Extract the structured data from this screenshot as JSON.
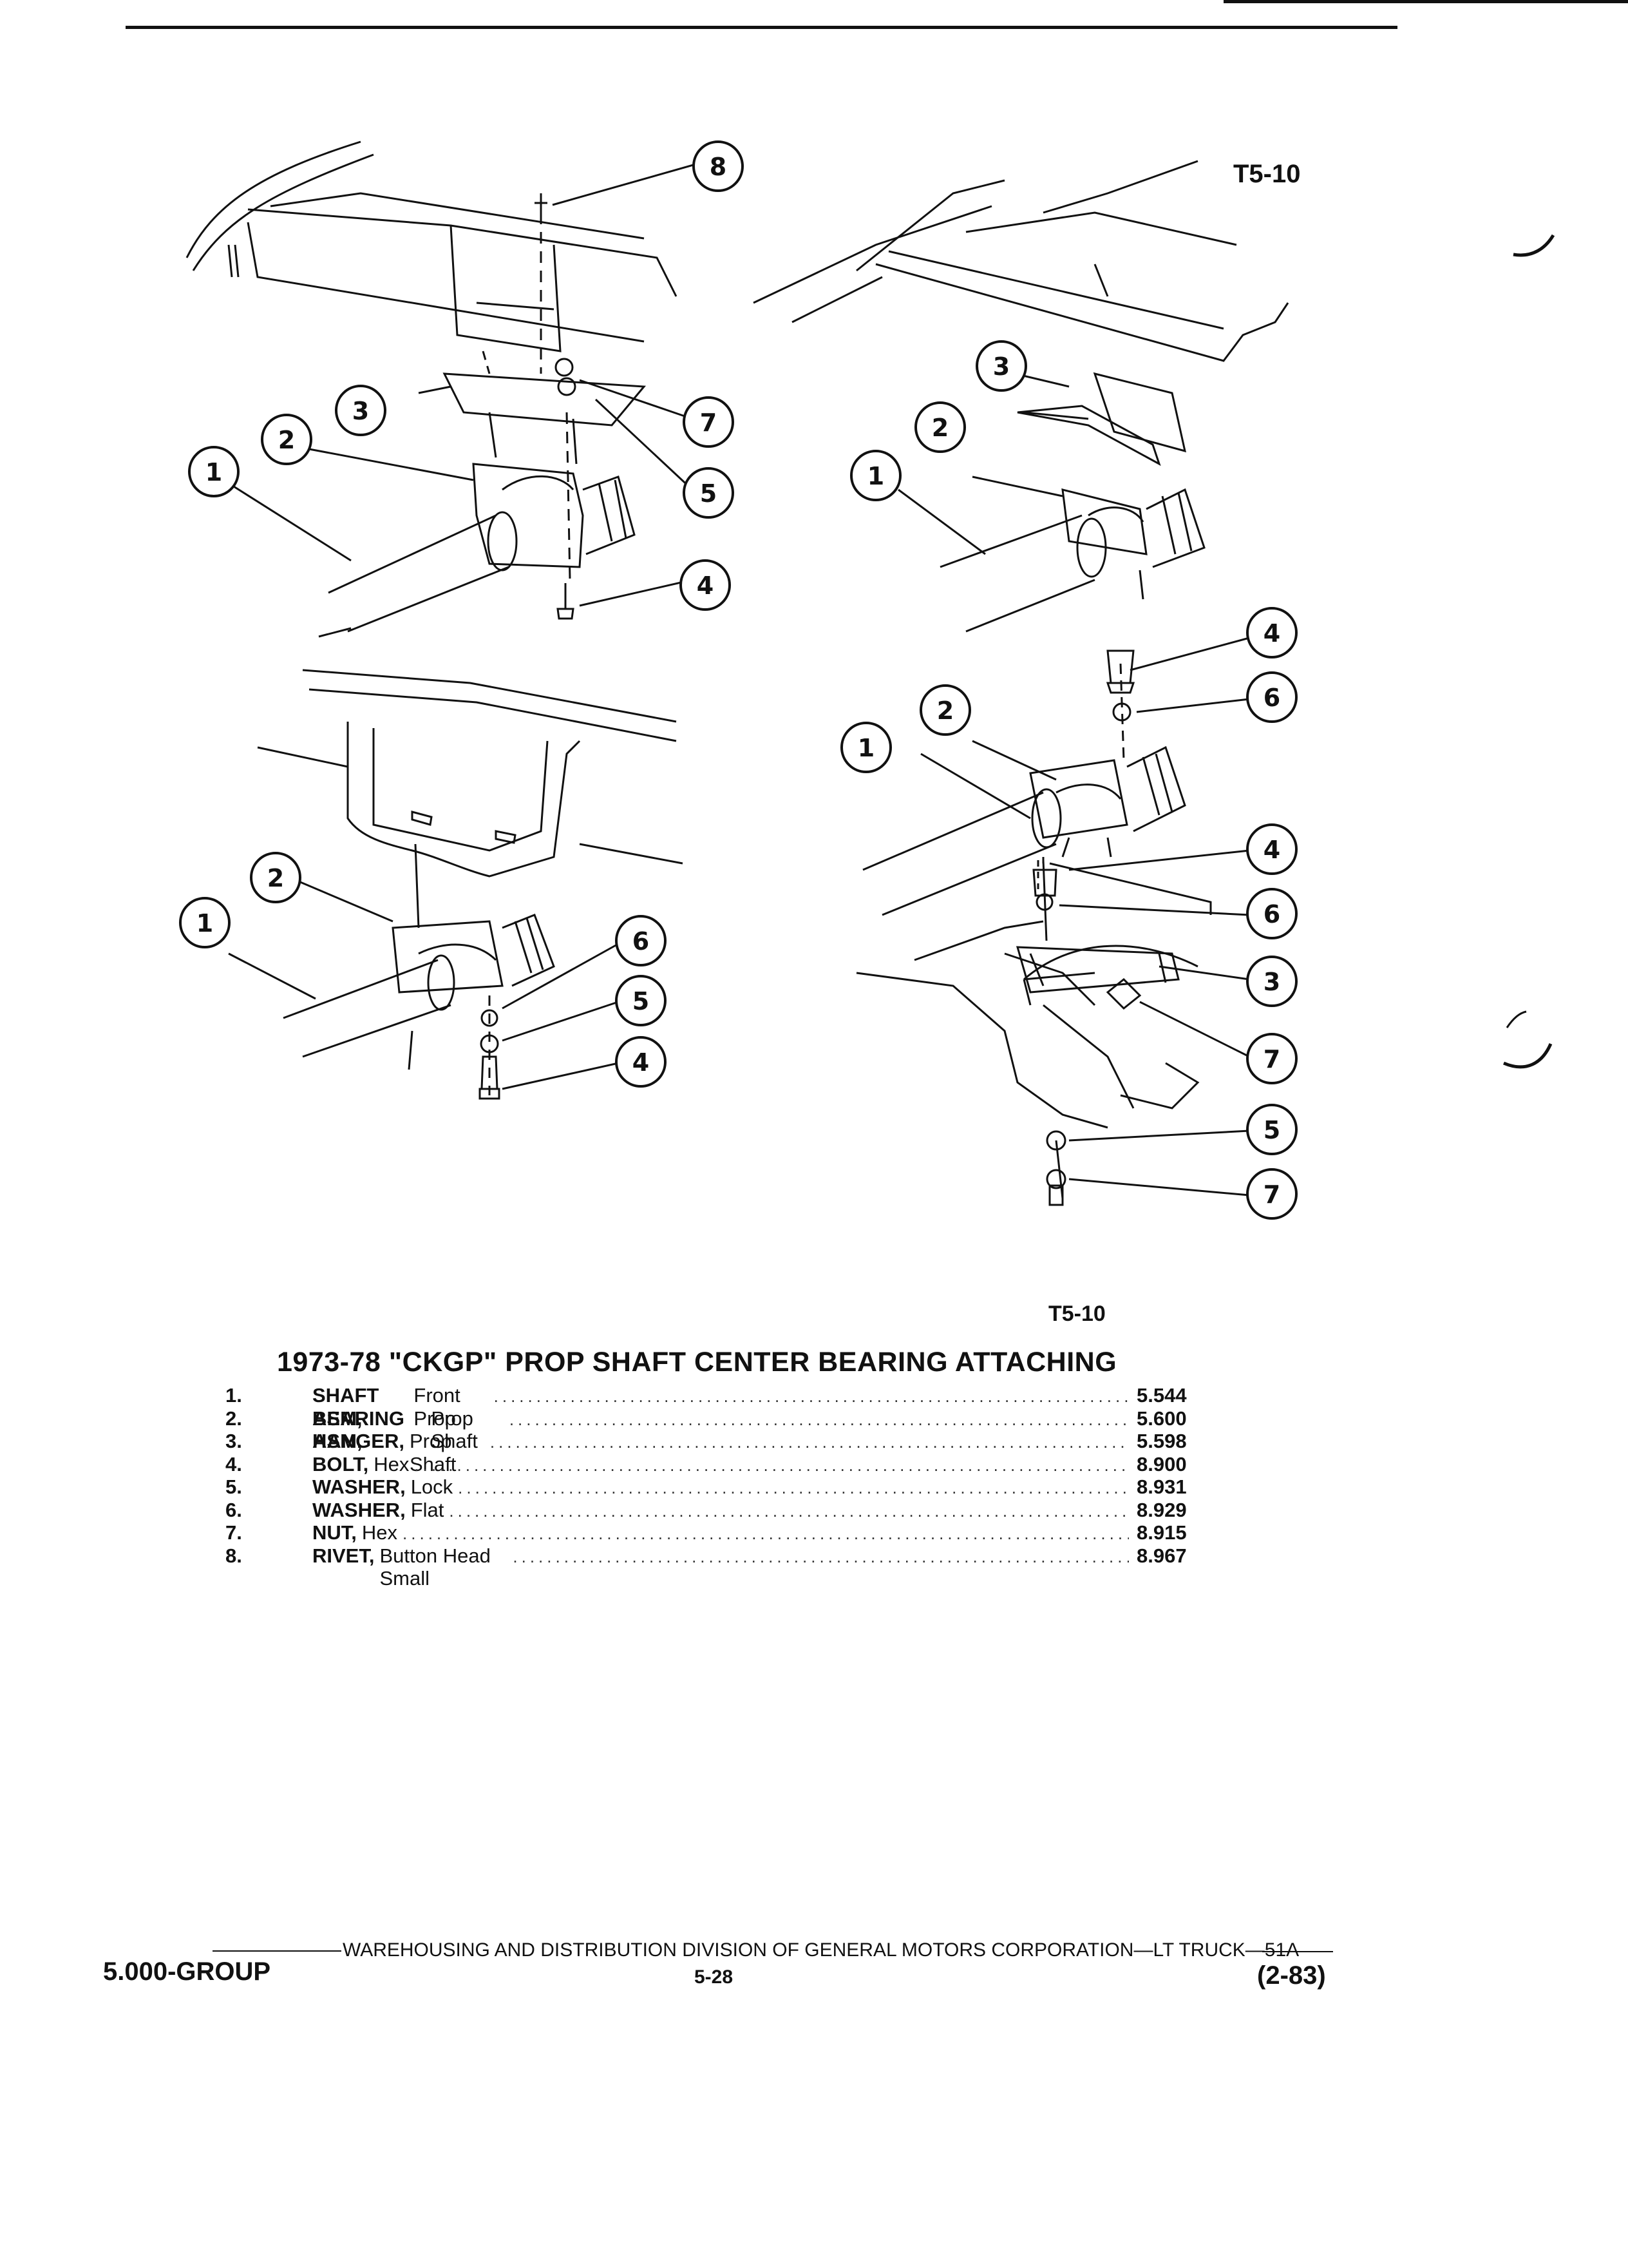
{
  "figure": {
    "ref_top": "T5-10",
    "ref_caption": "T5-10"
  },
  "callouts": [
    "1",
    "2",
    "3",
    "4",
    "5",
    "6",
    "7",
    "8"
  ],
  "title": "1973-78 \"CKGP\" PROP SHAFT CENTER BEARING ATTACHING",
  "parts": [
    {
      "num": "1.",
      "name": "SHAFT ASM,",
      "desc": "Front Prop",
      "code": "5.544"
    },
    {
      "num": "2.",
      "name": "BEARING ASM,",
      "desc": "Prop Shaft",
      "code": "5.600"
    },
    {
      "num": "3.",
      "name": "HANGER,",
      "desc": "Prop Shaft",
      "code": "5.598"
    },
    {
      "num": "4.",
      "name": "BOLT,",
      "desc": "Hex",
      "code": "8.900"
    },
    {
      "num": "5.",
      "name": "WASHER,",
      "desc": "Lock",
      "code": "8.931"
    },
    {
      "num": "6.",
      "name": "WASHER,",
      "desc": "Flat",
      "code": "8.929"
    },
    {
      "num": "7.",
      "name": "NUT,",
      "desc": "Hex",
      "code": "8.915"
    },
    {
      "num": "8.",
      "name": "RIVET,",
      "desc": "Button Head Small",
      "code": "8.967"
    }
  ],
  "footer": {
    "division": "WAREHOUSING AND DISTRIBUTION  DIVISION OF GENERAL MOTORS CORPORATION—LT TRUCK—51A",
    "group": "5.000-GROUP",
    "page": "5-28",
    "revision": "(2-83)"
  }
}
